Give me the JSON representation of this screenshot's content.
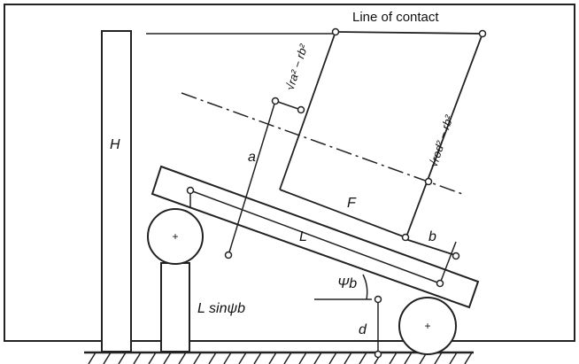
{
  "diagram": {
    "labels": {
      "line_of_contact": "Line of contact",
      "H": "H",
      "a": "a",
      "F": "F",
      "L": "L",
      "b": "b",
      "psi_b": "Ψb",
      "L_sin_psi_b": "L sinψb",
      "d": "d",
      "sqrt_ra2_rb2": "√ra² − rb²",
      "sqrt_rod2_rb2": "√rod² − rb²"
    }
  }
}
